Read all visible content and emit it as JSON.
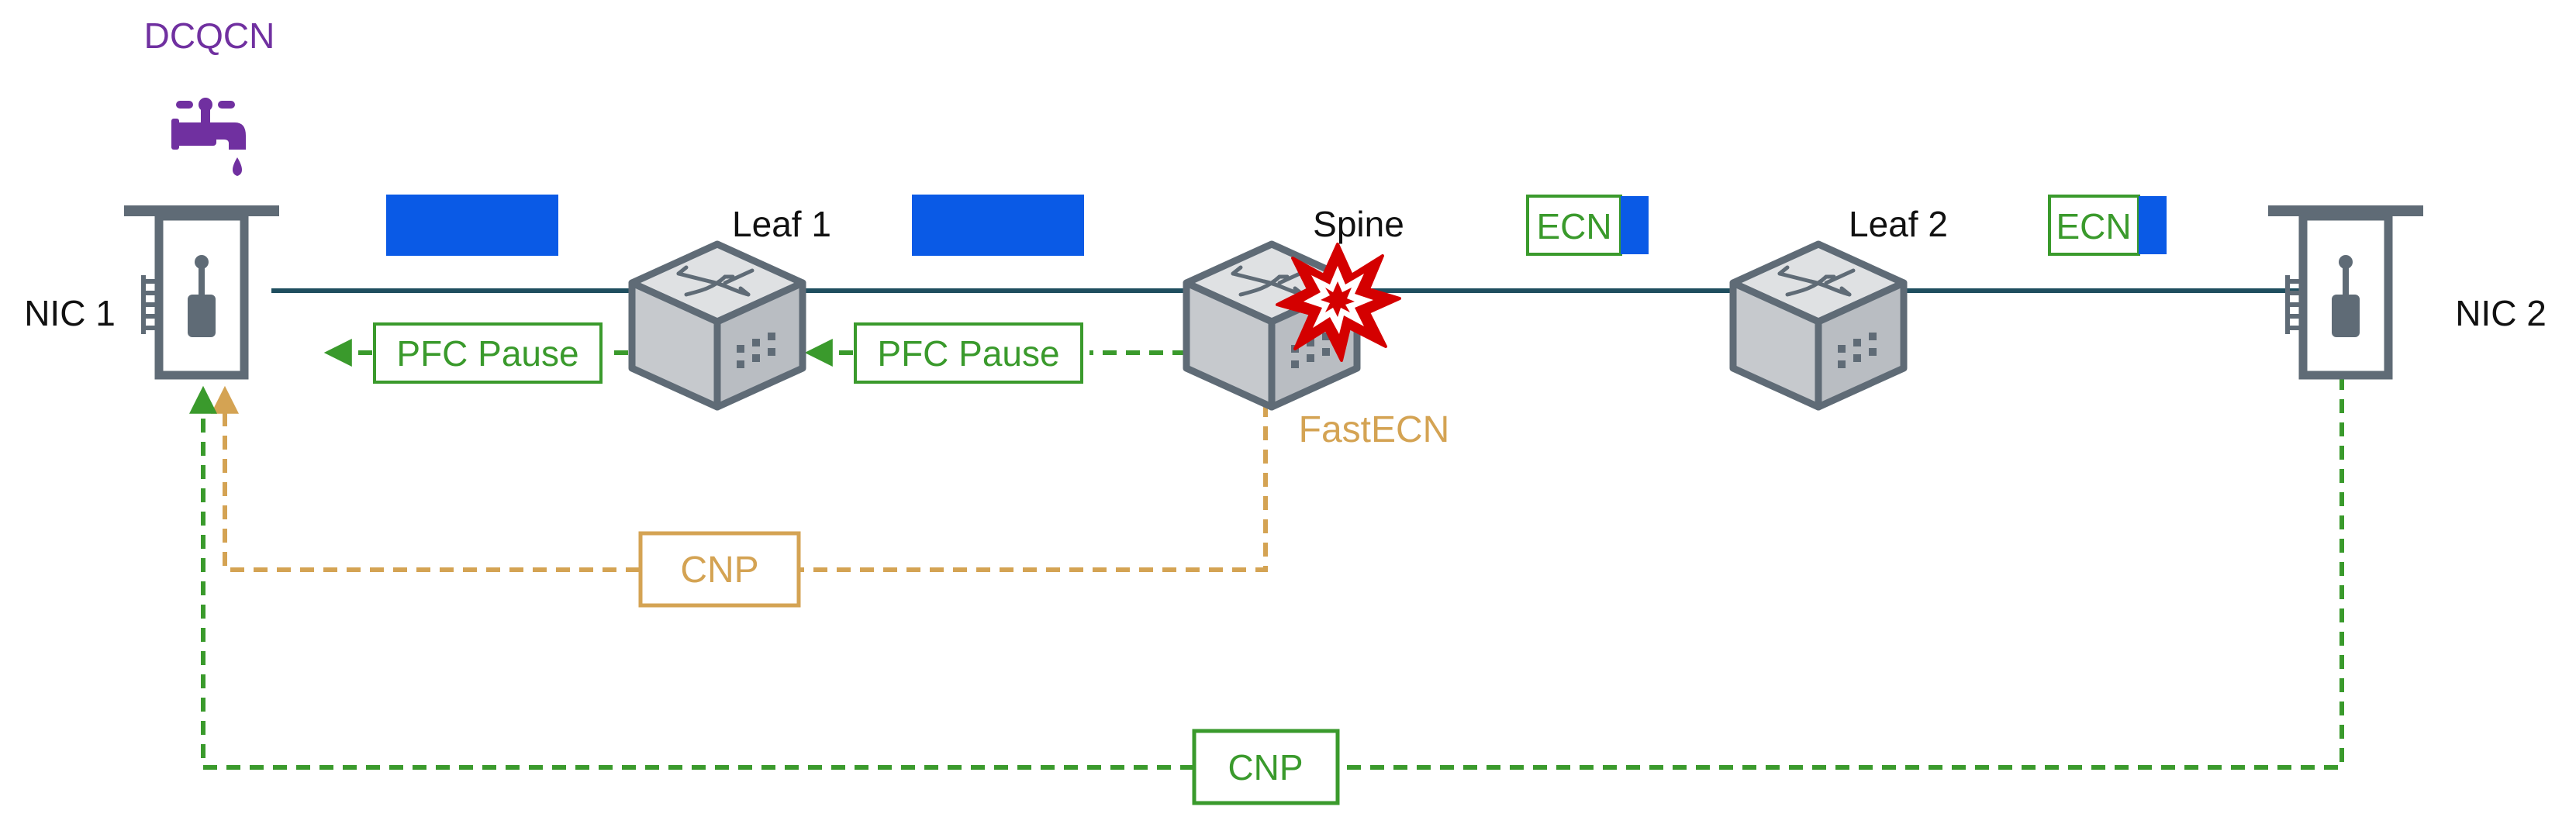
{
  "title": "DCQCN",
  "nodes": {
    "nic1": "NIC 1",
    "nic2": "NIC 2",
    "leaf1": "Leaf 1",
    "spine": "Spine",
    "leaf2": "Leaf 2"
  },
  "labels": {
    "pfc_pause_left": "PFC Pause",
    "pfc_pause_right": "PFC Pause",
    "fast_ecn": "FastECN",
    "cnp_fast": "CNP",
    "cnp_e2e": "CNP",
    "ecn_1": "ECN",
    "ecn_2": "ECN"
  },
  "icons": {
    "rate_limiter": "faucet-icon",
    "congestion": "explosion-icon",
    "switch": "switch-icon",
    "nic": "nic-card-icon"
  },
  "colors": {
    "link": "#1f4e5f",
    "packet": "#0a5ae6",
    "pfc": "#3a9a2c",
    "cnp_fast": "#d4a353",
    "cnp_e2e": "#3a9a2c",
    "ecn": "#3a9a2c",
    "dcqcn": "#7030a0",
    "congestion": "#d40000"
  }
}
